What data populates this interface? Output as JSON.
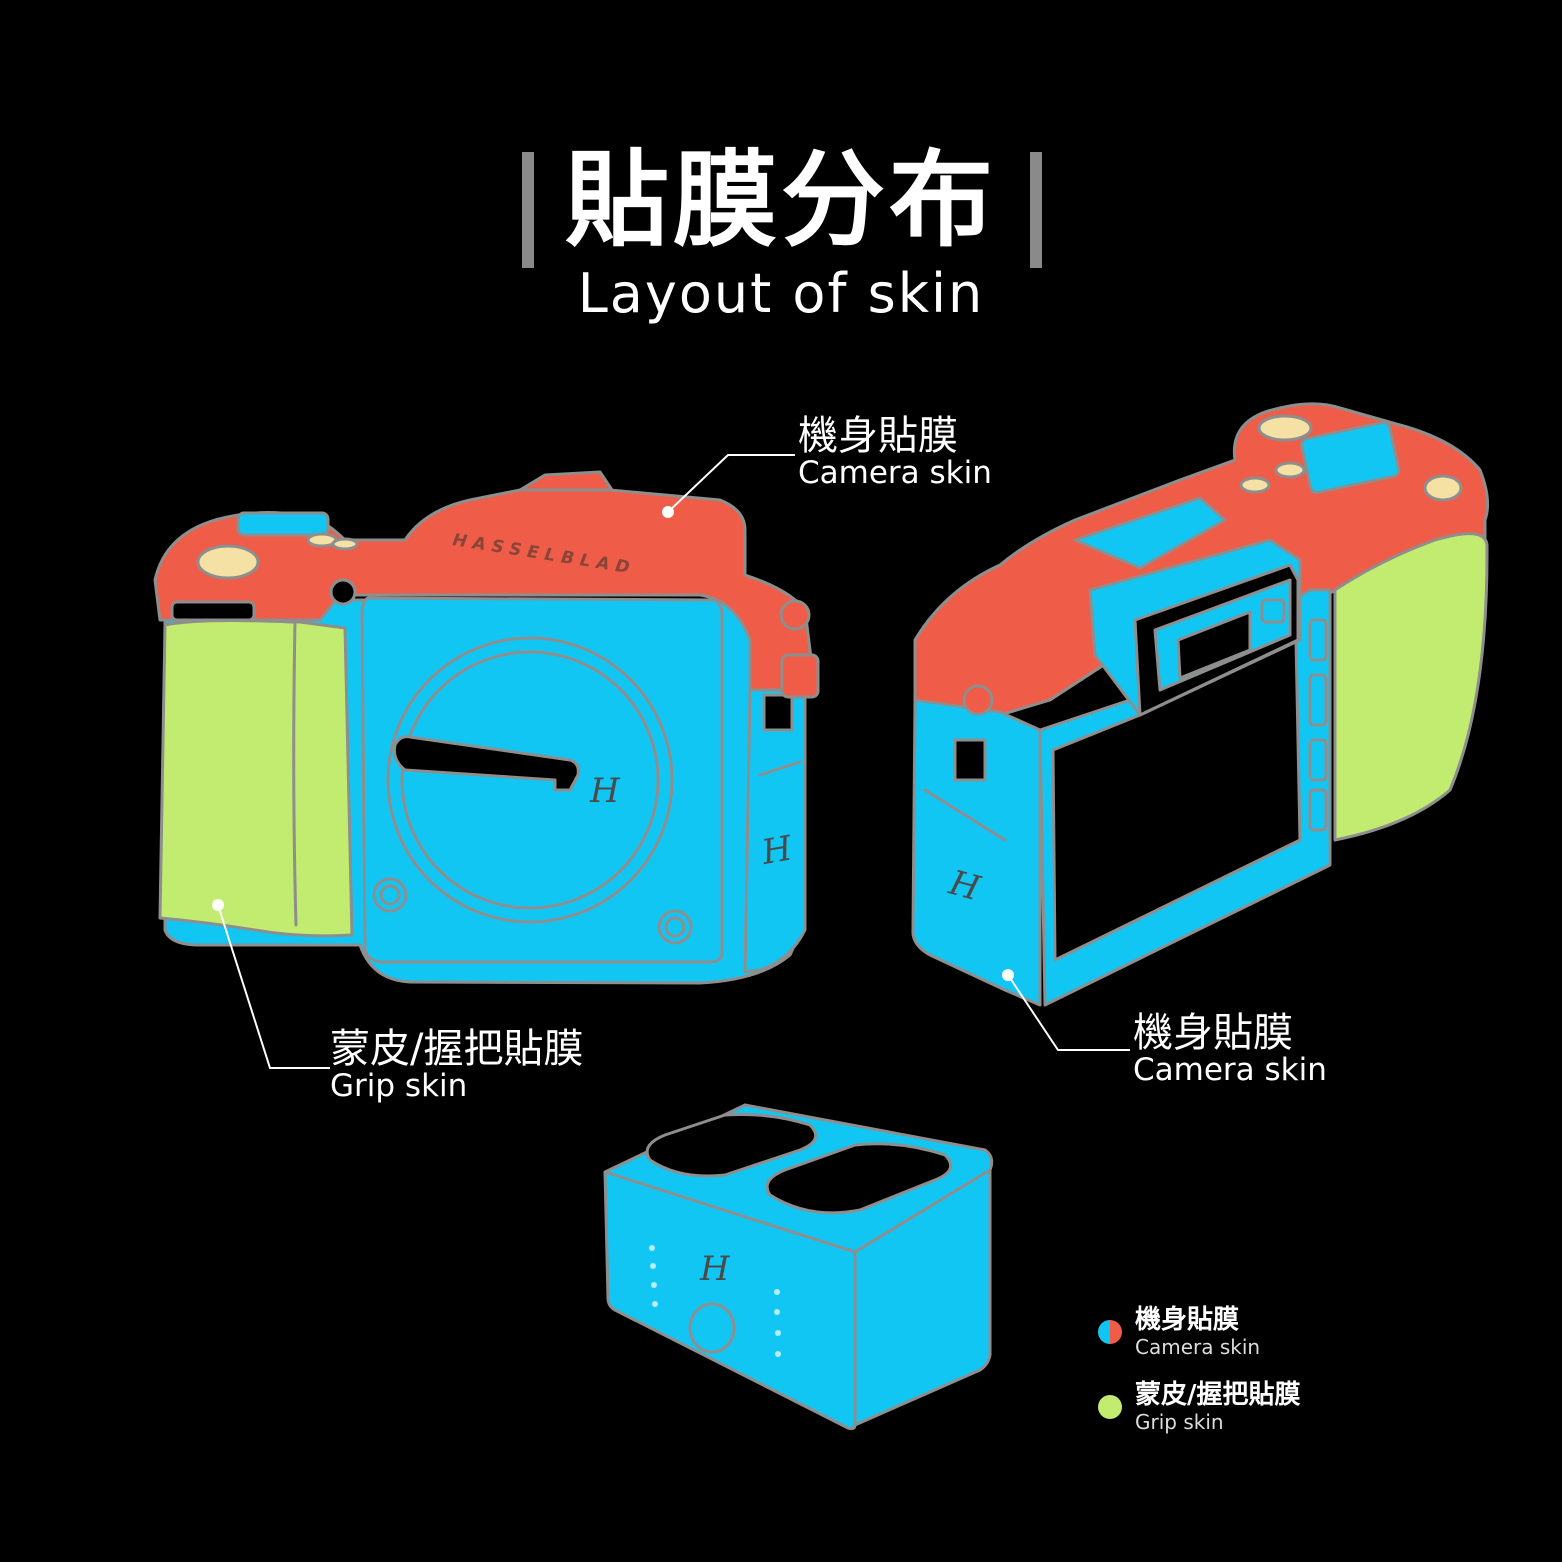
{
  "title": {
    "zh": "貼膜分布",
    "en": "Layout of skin"
  },
  "callouts": {
    "front_camera_skin": {
      "zh": "機身貼膜",
      "en": "Camera skin"
    },
    "front_grip_skin": {
      "zh": "蒙皮/握把貼膜",
      "en": "Grip skin"
    },
    "rear_camera_skin": {
      "zh": "機身貼膜",
      "en": "Camera skin"
    }
  },
  "brand_text": "HASSELBLAD",
  "legend": [
    {
      "zh": "機身貼膜",
      "en": "Camera skin",
      "colors": [
        "#12c6f4",
        "#ef5d48"
      ]
    },
    {
      "zh": "蒙皮/握把貼膜",
      "en": "Grip skin",
      "colors": [
        "#c2ec6f"
      ]
    }
  ],
  "colors": {
    "camera_body_blue": "#12c6f4",
    "camera_top_red": "#ef5d48",
    "grip_green": "#c2ec6f",
    "outline_gray": "#8e8e8e",
    "background": "#000000"
  }
}
